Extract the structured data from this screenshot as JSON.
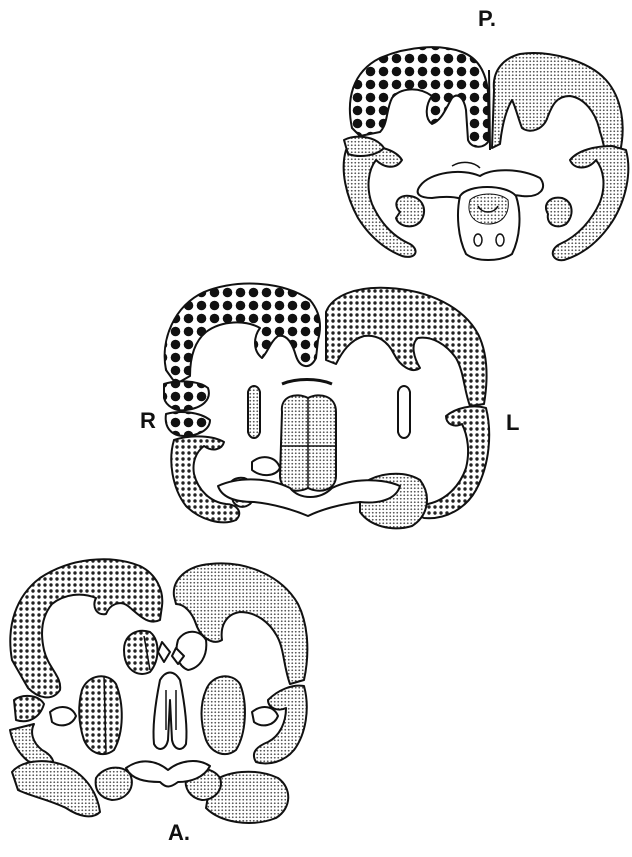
{
  "labels": {
    "posterior": "P.",
    "right": "R",
    "left": "L",
    "anterior": "A."
  },
  "legend_patterns": [
    {
      "id": "large-dots",
      "color": "#111111"
    },
    {
      "id": "coarse-dots",
      "color": "#222222"
    },
    {
      "id": "fine-stipple",
      "color": "#555555"
    }
  ],
  "sections": [
    {
      "id": "posterior-section",
      "marked_side": "right"
    },
    {
      "id": "middle-section",
      "marked_side": "right"
    },
    {
      "id": "anterior-section",
      "marked_side": "none"
    }
  ]
}
